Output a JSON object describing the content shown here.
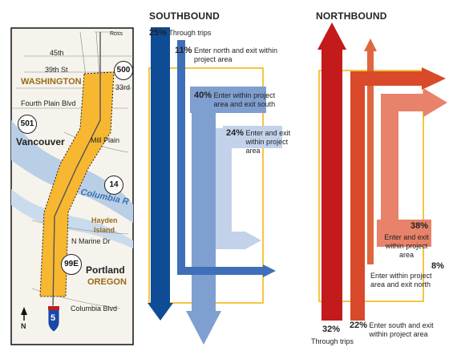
{
  "southbound": {
    "heading": "SOUTHBOUND",
    "flows": [
      {
        "pct": "25%",
        "label": "Through trips"
      },
      {
        "pct": "11%",
        "label": "Enter north and exit within project area"
      },
      {
        "pct": "40%",
        "label": "Enter within project area and exit south"
      },
      {
        "pct": "24%",
        "label": "Enter and exit within project area"
      }
    ]
  },
  "northbound": {
    "heading": "NORTHBOUND",
    "flows": [
      {
        "pct": "32%",
        "label": "Through trips"
      },
      {
        "pct": "22%",
        "label": "Enter south and exit within project area"
      },
      {
        "pct": "8%",
        "label": "Enter within project area and exit north"
      },
      {
        "pct": "38%",
        "label": "Enter and exit within project area"
      }
    ]
  },
  "map": {
    "streets": [
      "Ross",
      "45th",
      "39th St",
      "33rd",
      "Fourth Plain Blvd",
      "Mill Plain",
      "N Marine Dr",
      "Columbia Blvd"
    ],
    "states": [
      "WASHINGTON",
      "OREGON"
    ],
    "cities": [
      "Vancouver",
      "Portland"
    ],
    "river": "Columbia R",
    "island": [
      "Hayden",
      "Island"
    ],
    "shields": [
      "500",
      "501",
      "14",
      "99E",
      "5"
    ],
    "north": "N"
  },
  "colors": {
    "south_dark": "#0f4c96",
    "south_mid": "#7f9fd0",
    "south_light": "#c2d2ea",
    "north_dark": "#c31a1c",
    "north_mid": "#d84a2a",
    "north_light": "#e8826a",
    "project_area": "#f5c542",
    "highlight": "#f7b731"
  }
}
